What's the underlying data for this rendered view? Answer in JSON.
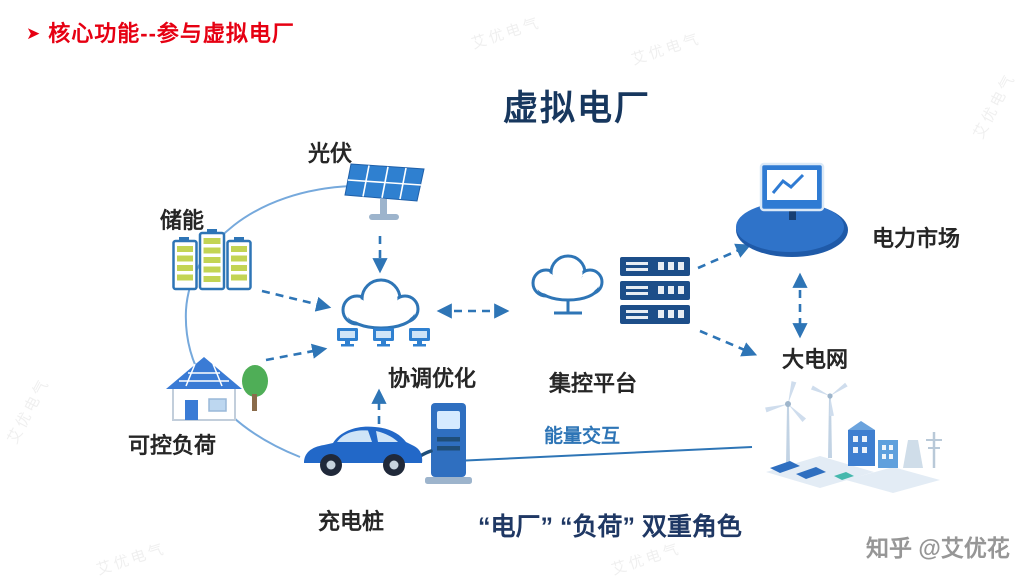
{
  "header": {
    "bullet": "➤",
    "title": "核心功能--参与虚拟电厂"
  },
  "diagram": {
    "title": "虚拟电厂",
    "nodes": {
      "pv": {
        "label": "光伏"
      },
      "storage": {
        "label": "储能"
      },
      "load": {
        "label": "可控负荷"
      },
      "charger": {
        "label": "充电桩"
      },
      "coordination": {
        "label": "协调优化"
      },
      "platform": {
        "label": "集控平台"
      },
      "market": {
        "label": "电力市场"
      },
      "grid": {
        "label": "大电网"
      }
    },
    "energy_exchange_label": "能量交互",
    "bottom_caption": "“电厂” “负荷” 双重角色"
  },
  "watermarks": {
    "zhihu": "知乎 @艾优花",
    "faint": "艾优电气"
  },
  "colors": {
    "header_red": "#e60012",
    "title_navy": "#17375e",
    "arrow_blue": "#2e75b6",
    "icon_blue": "#2f7bd3",
    "server_navy": "#1d4e89",
    "battery_green": "#c3d454",
    "caption_navy": "#1f3864",
    "watermark_gray": "#969696"
  }
}
